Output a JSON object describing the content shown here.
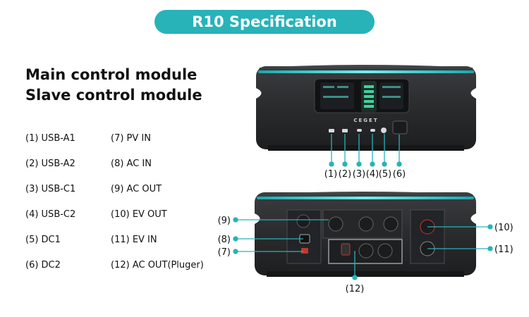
{
  "title": "R10 Specification",
  "headings": [
    "Main control module",
    "Slave control module"
  ],
  "specs_left": [
    "(1) USB-A1",
    "(2) USB-A2",
    "(3) USB-C1",
    "(4) USB-C2",
    "(5) DC1",
    "(6) DC2"
  ],
  "specs_right": [
    "(7) PV IN",
    "(8) AC IN",
    "(9) AC OUT",
    "(10) EV OUT",
    "(11) EV IN",
    "(12) AC OUT(Pluger)"
  ],
  "brand": "CEGET",
  "front_callouts": [
    "(1)",
    "(2)",
    "(3)",
    "(4)",
    "(5)",
    "(6)"
  ],
  "back_callouts": {
    "c9": "(9)",
    "c8": "(8)",
    "c7": "(7)",
    "c10": "(10)",
    "c11": "(11)",
    "c12": "(12)"
  },
  "colors": {
    "accent": "#27b3b8",
    "device": "#2a2b2d"
  }
}
